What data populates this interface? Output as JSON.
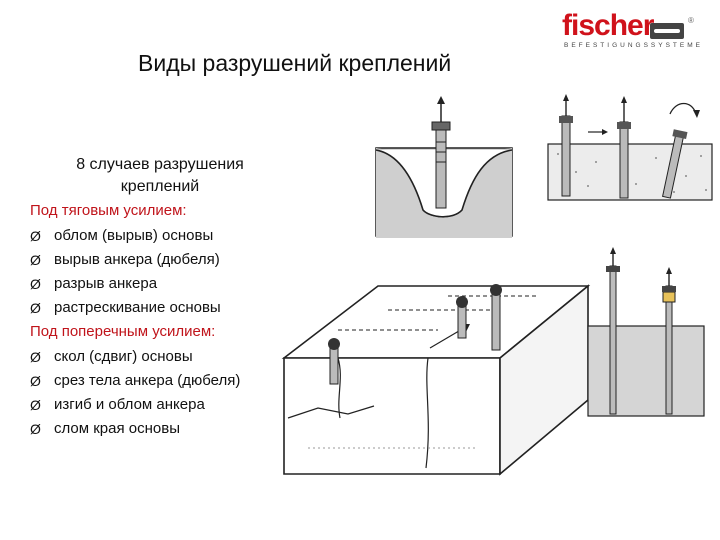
{
  "logo": {
    "brand": "fischer",
    "tagline": "BEFESTIGUNGSSYSTEME",
    "registered": "®"
  },
  "title": "Виды разрушений креплений",
  "subtitle": "8 случаев разрушения креплений",
  "sections": [
    {
      "heading": "Под тяговым усилием:",
      "items": [
        "облом (вырыв) основы",
        "вырыв анкера (дюбеля)",
        "разрыв анкера",
        "растрескивание основы"
      ]
    },
    {
      "heading": "Под поперечным усилием:",
      "items": [
        "скол (сдвиг) основы",
        "срез тела анкера (дюбеля)",
        "изгиб и облом анкера",
        "слом края основы"
      ]
    }
  ],
  "bullet_glyph": "Ø"
}
